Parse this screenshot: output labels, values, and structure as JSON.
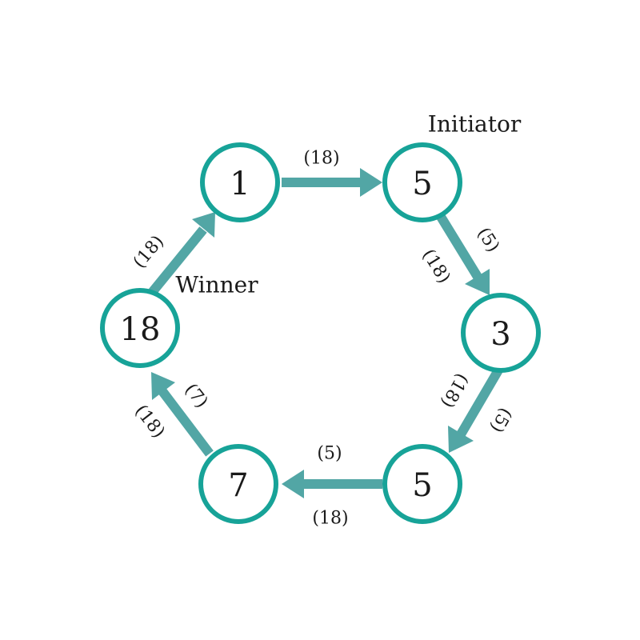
{
  "colors": {
    "node_stroke": "#17a398",
    "arrow": "#52a6a5",
    "text": "#1a1a1a"
  },
  "nodes": [
    {
      "id": "n1",
      "label": "1"
    },
    {
      "id": "n5a",
      "label": "5"
    },
    {
      "id": "n3",
      "label": "3"
    },
    {
      "id": "n5b",
      "label": "5"
    },
    {
      "id": "n7",
      "label": "7"
    },
    {
      "id": "n18",
      "label": "18"
    }
  ],
  "edges": [
    {
      "from": "n1",
      "to": "n5a",
      "labels": [
        "(18)"
      ]
    },
    {
      "from": "n5a",
      "to": "n3",
      "labels": [
        "(5)",
        "(18)"
      ]
    },
    {
      "from": "n3",
      "to": "n5b",
      "labels": [
        "(5)",
        "(18)"
      ]
    },
    {
      "from": "n5b",
      "to": "n7",
      "labels": [
        "(5)",
        "(18)"
      ]
    },
    {
      "from": "n7",
      "to": "n18",
      "labels": [
        "(7)",
        "(18)"
      ]
    },
    {
      "from": "n18",
      "to": "n1",
      "labels": [
        "(18)"
      ]
    }
  ],
  "roles": {
    "initiator": "Initiator",
    "winner": "Winner"
  }
}
